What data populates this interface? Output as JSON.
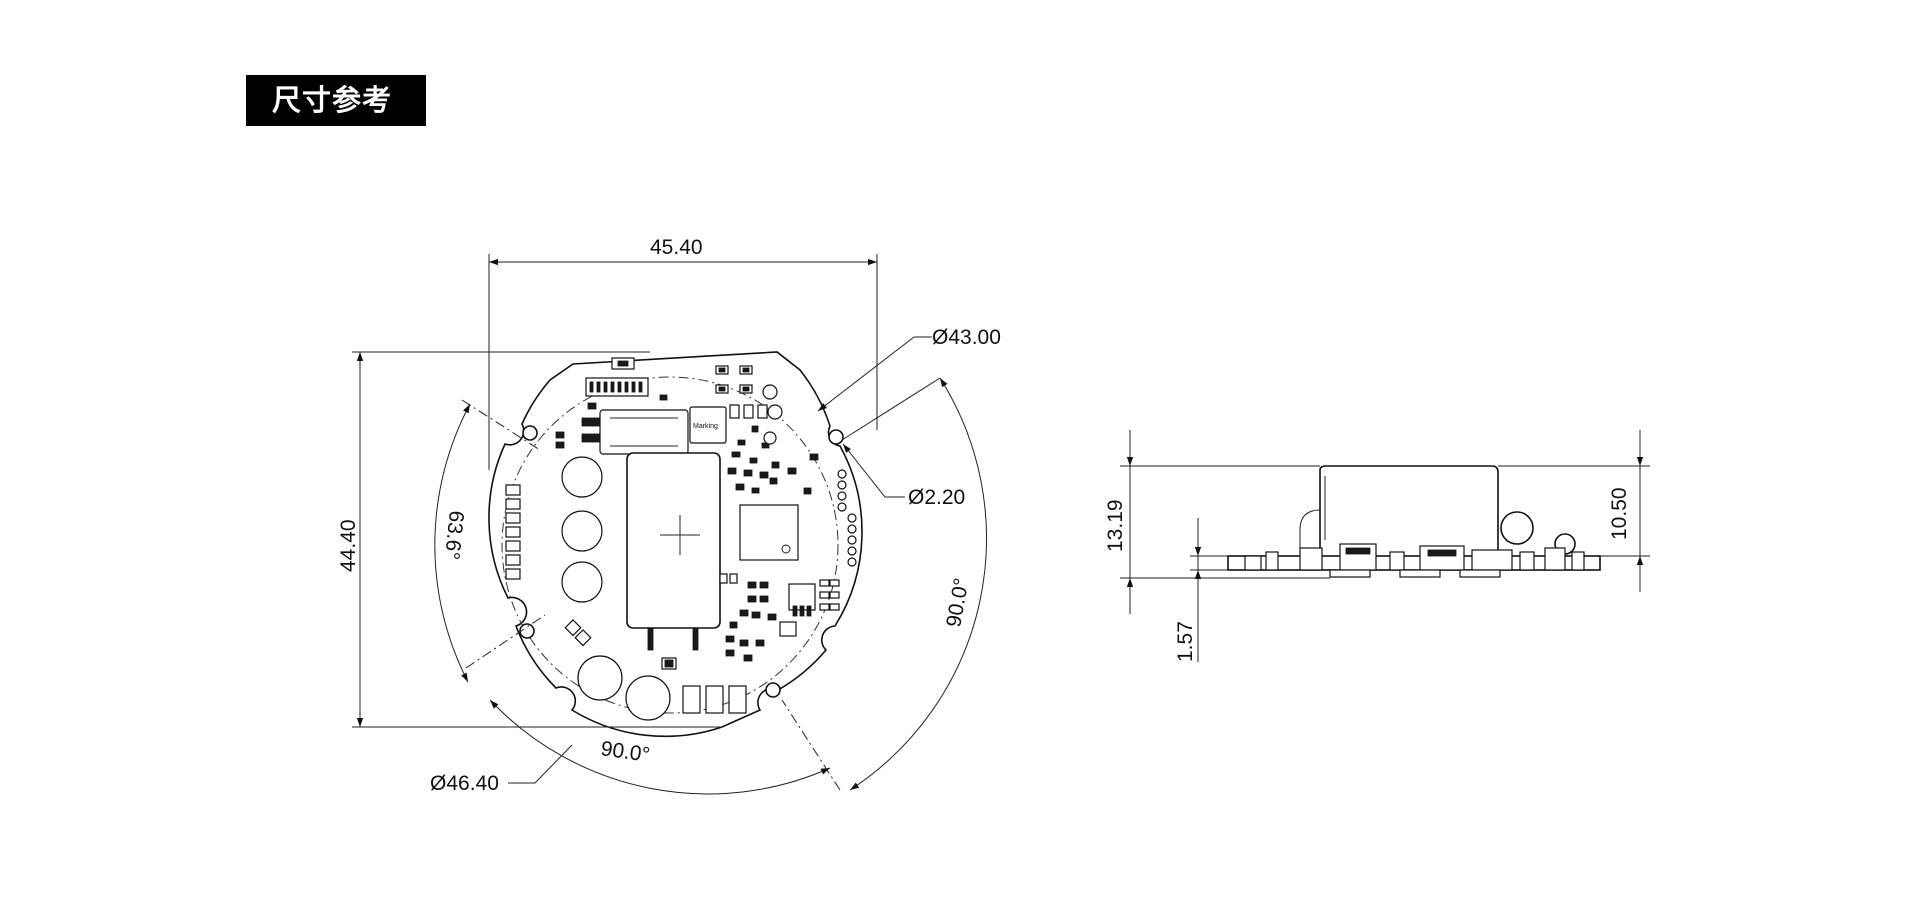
{
  "section_title": "尺寸参考",
  "front_view": {
    "width": "45.40",
    "height": "44.40",
    "hole_circle_diameter": "Ø43.00",
    "hole_diameter": "Ø2.20",
    "outer_diameter": "Ø46.40",
    "angle_left": "63.6°",
    "angle_bottom": "90.0°",
    "angle_right": "90.0°",
    "chip_marking": "Marking"
  },
  "side_view": {
    "total_height": "13.19",
    "component_height": "10.50",
    "board_thickness": "1.57"
  }
}
